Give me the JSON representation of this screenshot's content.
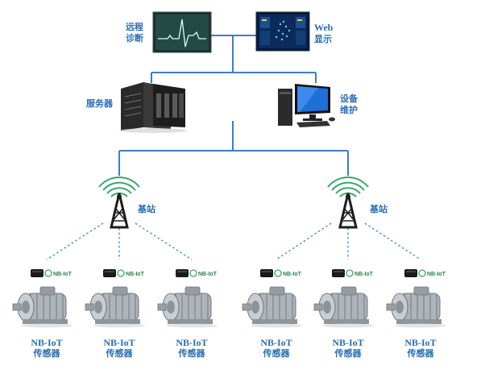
{
  "nodes": {
    "remote_diagnosis": {
      "label_line1": "远程",
      "label_line2": "诊断"
    },
    "web_display": {
      "label_line1": "Web",
      "label_line2": "显示"
    },
    "server": {
      "label": "服务器"
    },
    "maintenance": {
      "label_line1": "设备",
      "label_line2": "维护"
    },
    "base_station_left": {
      "label": "基站"
    },
    "base_station_right": {
      "label": "基站"
    }
  },
  "sensors": [
    {
      "line1": "NB-IoT",
      "line2": "传感器"
    },
    {
      "line1": "NB-IoT",
      "line2": "传感器"
    },
    {
      "line1": "NB-IoT",
      "line2": "传感器"
    },
    {
      "line1": "NB-IoT",
      "line2": "传感器"
    },
    {
      "line1": "NB-IoT",
      "line2": "传感器"
    },
    {
      "line1": "NB-IoT",
      "line2": "传感器"
    }
  ],
  "module_badge": "NB-IoT",
  "colors": {
    "connector": "#3d7cc9",
    "label": "#2a6db2",
    "dotted": "#4a8ad6"
  }
}
